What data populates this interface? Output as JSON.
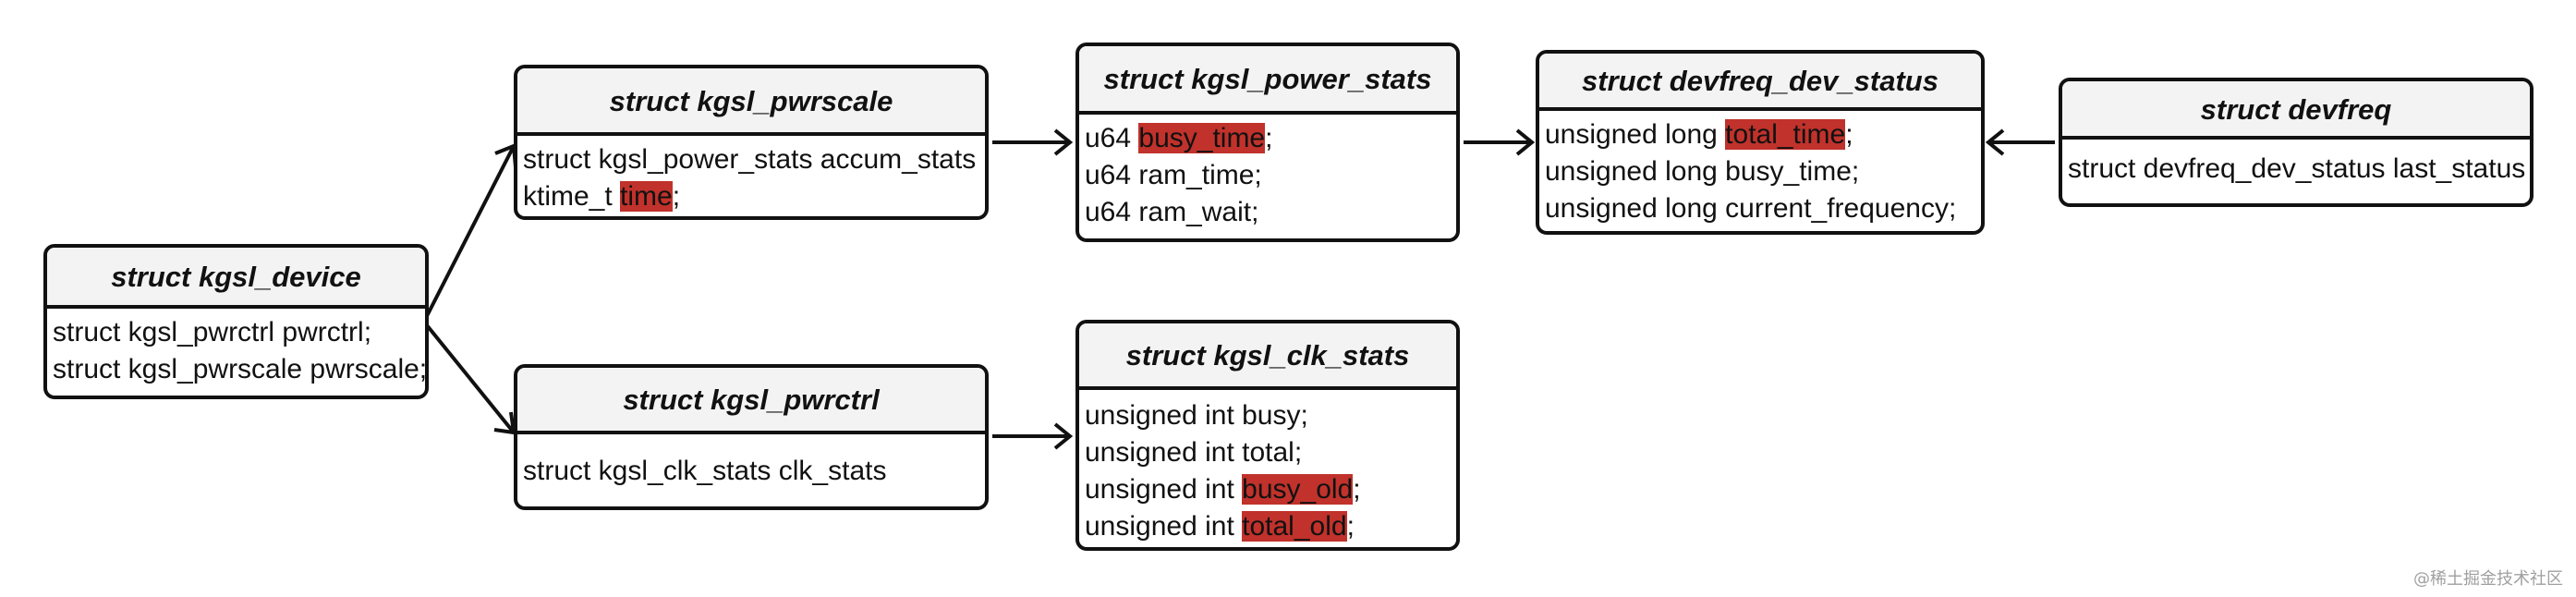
{
  "structs": {
    "kgsl_device": {
      "title": "struct kgsl_device",
      "fields": [
        "struct kgsl_pwrctrl pwrctrl;",
        "struct kgsl_pwrscale pwrscale;"
      ]
    },
    "kgsl_pwrscale": {
      "title": "struct kgsl_pwrscale",
      "fields": [
        "struct kgsl_power_stats accum_stats"
      ],
      "time_field": {
        "prefix": "ktime_t ",
        "highlight": "time",
        "suffix": ";"
      }
    },
    "kgsl_power_stats": {
      "title": "struct kgsl_power_stats",
      "busy_field": {
        "prefix": "u64 ",
        "highlight": "busy_time",
        "suffix": ";"
      },
      "fields": [
        "u64 ram_time;",
        "u64 ram_wait;"
      ]
    },
    "devfreq_dev_status": {
      "title": "struct devfreq_dev_status",
      "total_field": {
        "prefix": "unsigned long ",
        "highlight": "total_time",
        "suffix": ";"
      },
      "fields": [
        "unsigned long busy_time;",
        "unsigned long current_frequency;"
      ]
    },
    "devfreq": {
      "title": "struct devfreq",
      "fields": [
        "struct devfreq_dev_status last_status"
      ]
    },
    "kgsl_pwrctrl": {
      "title": "struct kgsl_pwrctrl",
      "fields": [
        "struct kgsl_clk_stats clk_stats"
      ]
    },
    "kgsl_clk_stats": {
      "title": "struct kgsl_clk_stats",
      "fields": [
        "unsigned int busy;",
        "unsigned int total;"
      ],
      "busy_old_field": {
        "prefix": "unsigned int ",
        "highlight": "busy_old",
        "suffix": ";"
      },
      "total_old_field": {
        "prefix": "unsigned int ",
        "highlight": "total_old",
        "suffix": ";"
      }
    }
  },
  "colors": {
    "highlight": "#c0322b",
    "border": "#111111",
    "header_bg": "#f3f3f3"
  },
  "watermark": "@稀土掘金技术社区"
}
